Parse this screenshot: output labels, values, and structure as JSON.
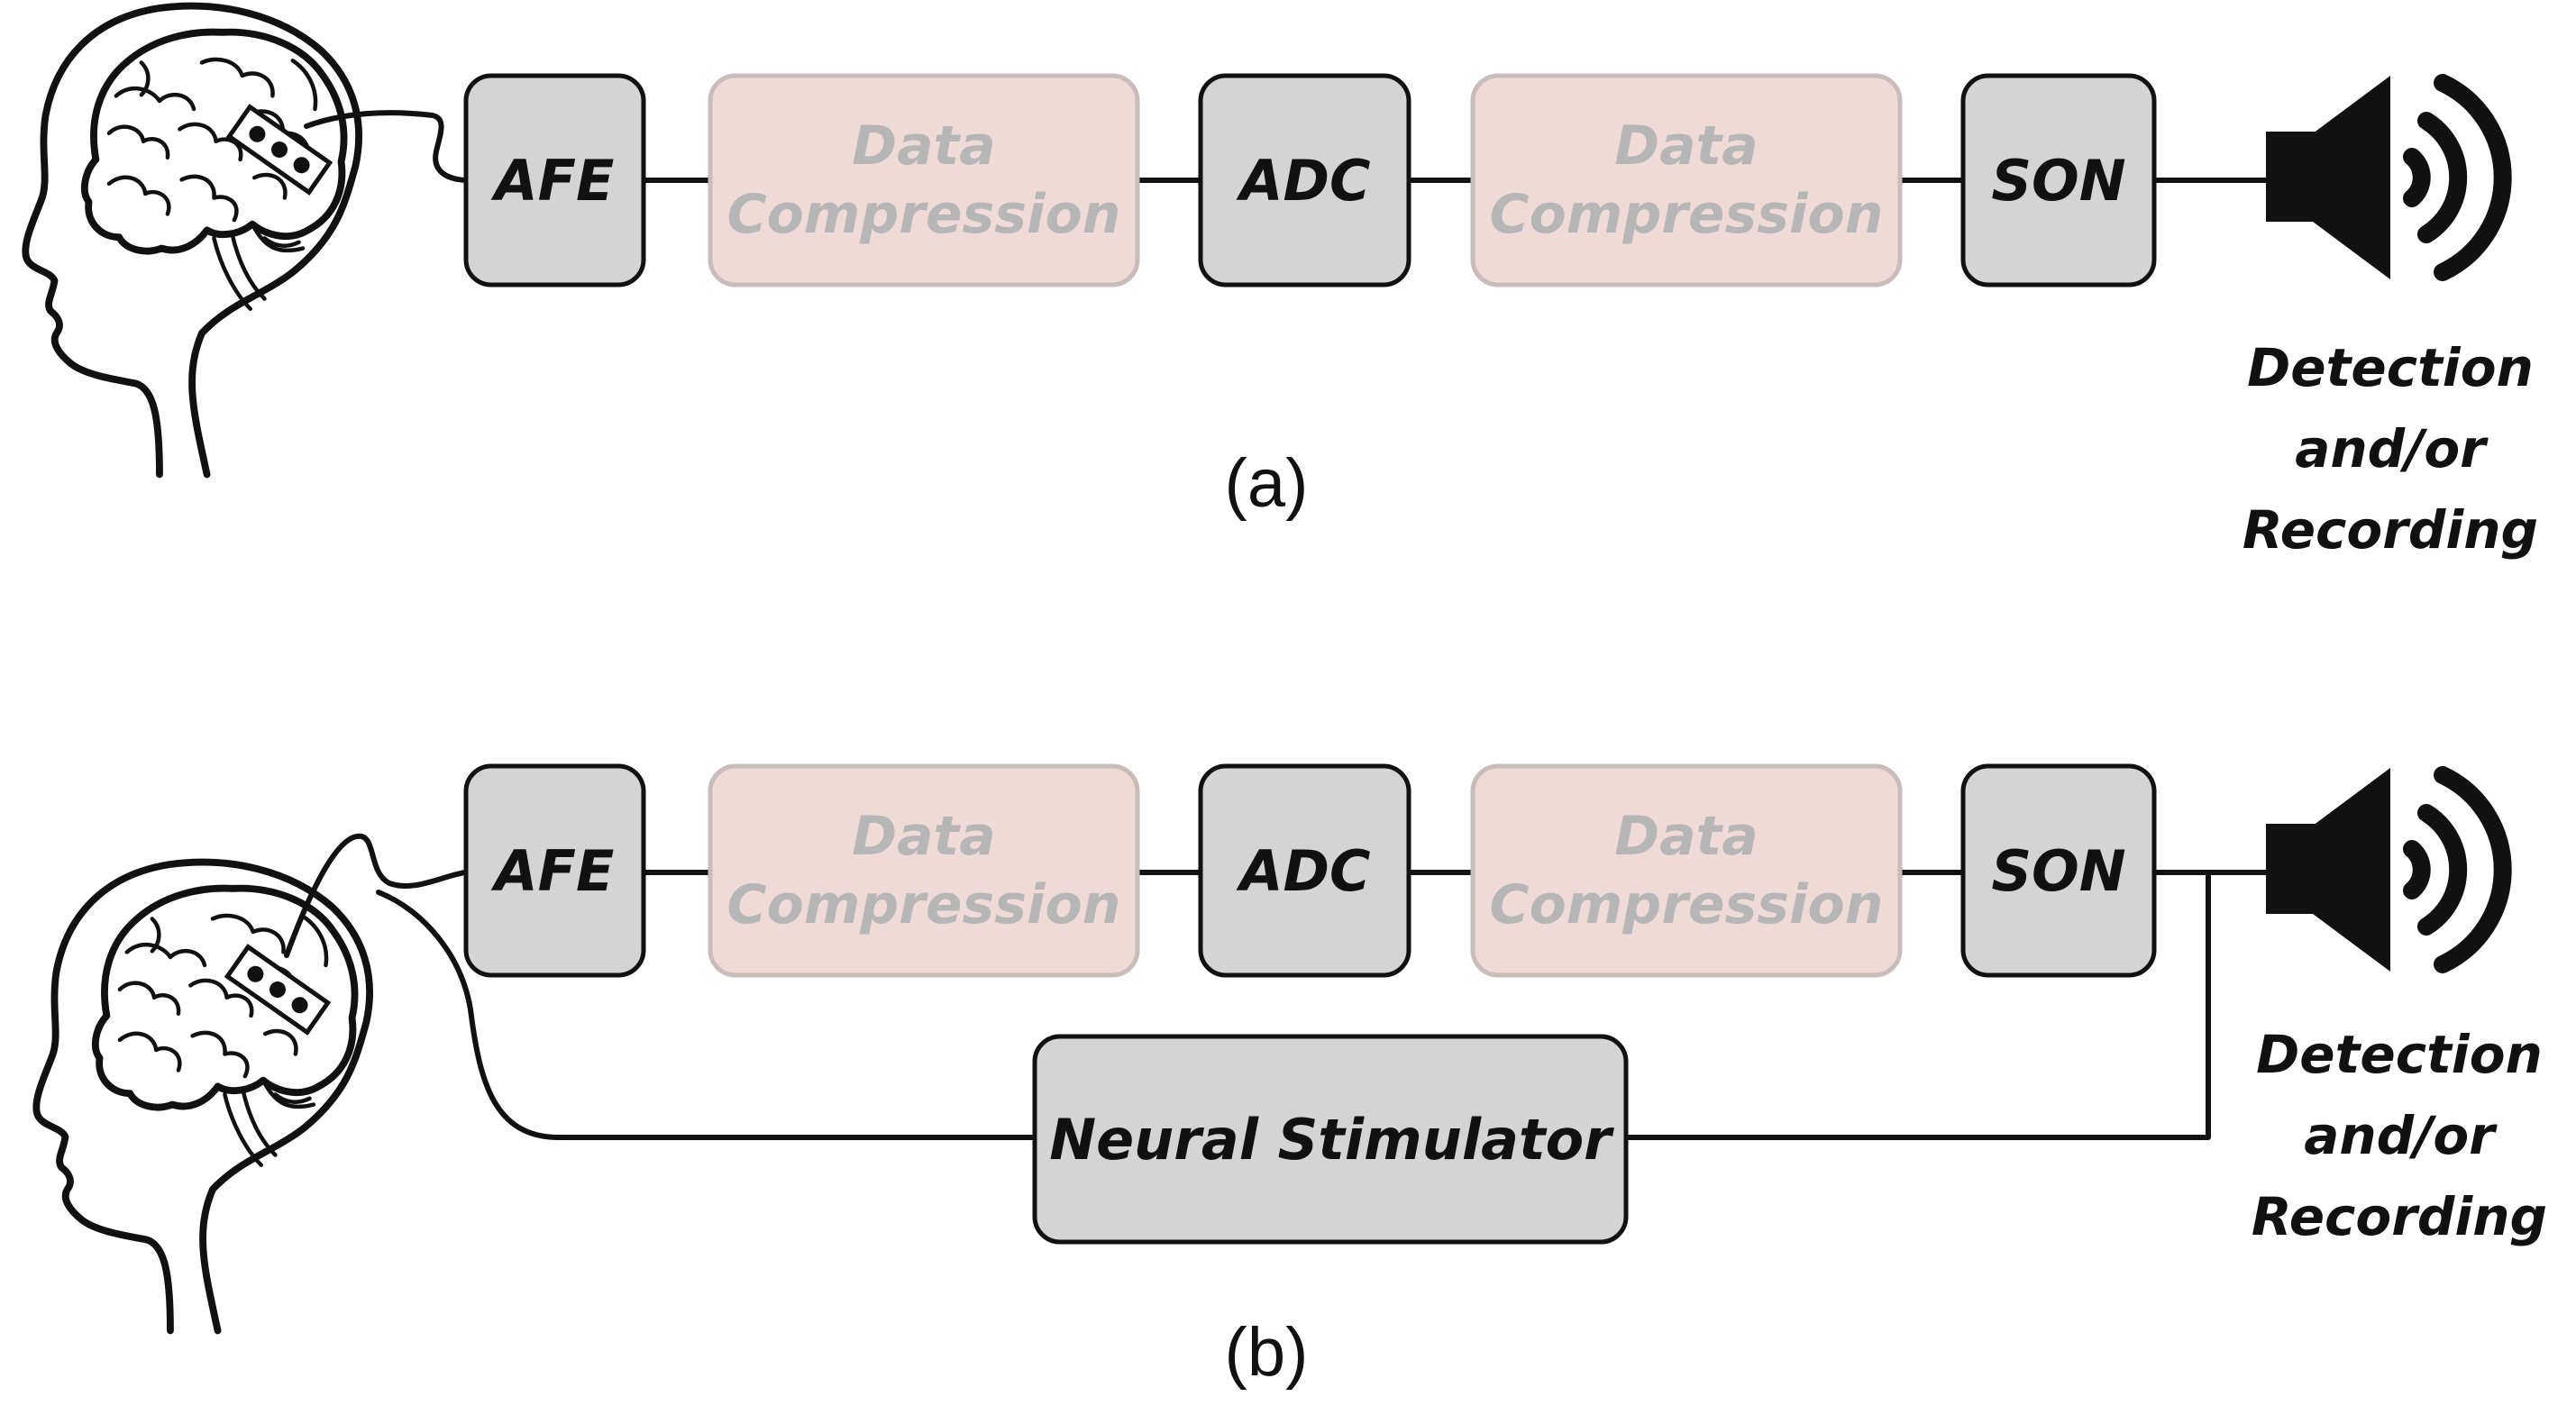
{
  "panel_a": {
    "blocks": {
      "afe": "AFE",
      "compression_1": [
        "Data",
        "Compression"
      ],
      "adc": "ADC",
      "compression_2": [
        "Data",
        "Compression"
      ],
      "son": "SON"
    },
    "output_label": [
      "Detection",
      "and/or",
      "Recording"
    ],
    "caption": "(a)"
  },
  "panel_b": {
    "blocks": {
      "afe": "AFE",
      "compression_1": [
        "Data",
        "Compression"
      ],
      "adc": "ADC",
      "compression_2": [
        "Data",
        "Compression"
      ],
      "son": "SON",
      "stimulator": "Neural Stimulator"
    },
    "output_label": [
      "Detection",
      "and/or",
      "Recording"
    ],
    "caption": "(b)"
  },
  "icons": {
    "head": "head-with-brain-icon",
    "implant": "electrode-implant-icon",
    "speaker": "speaker-icon"
  },
  "colors": {
    "active_block_fill": "#d4d4d4",
    "inactive_block_fill": "#f0dad7",
    "inactive_text": "#b6b6b6",
    "line": "#111111"
  }
}
